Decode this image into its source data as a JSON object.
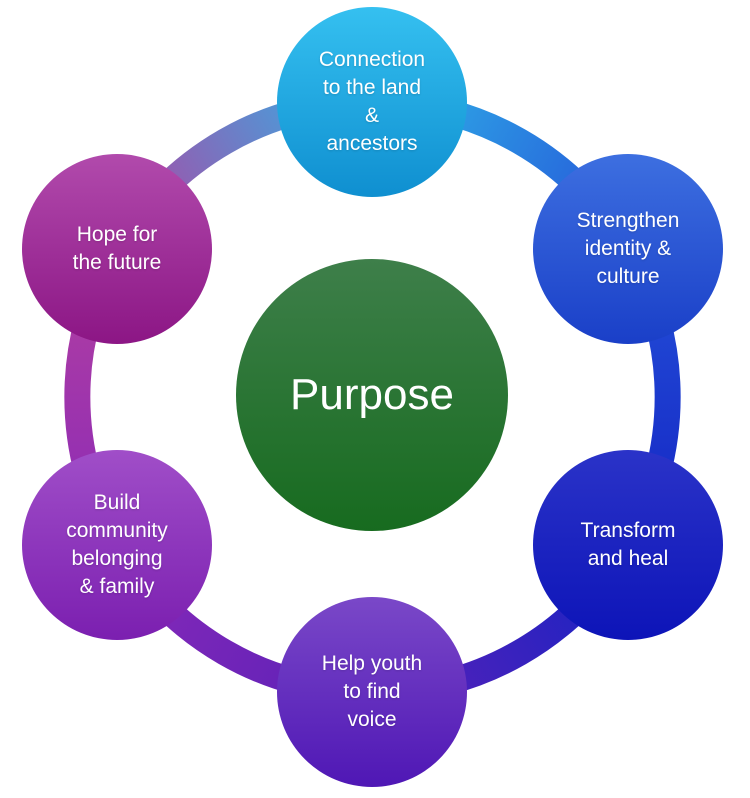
{
  "diagram": {
    "center": {
      "label": "Purpose",
      "color_top": "#3e7f4a",
      "color_bottom": "#176b1f"
    },
    "nodes": [
      {
        "id": "connection",
        "lines": [
          "Connection",
          "to the land",
          "&",
          "ancestors"
        ],
        "color_top": "#35c0f0",
        "color_bottom": "#0f8fd0"
      },
      {
        "id": "strengthen",
        "lines": [
          "Strengthen",
          "identity &",
          "culture"
        ],
        "color_top": "#3d6fe0",
        "color_bottom": "#1a3fc8"
      },
      {
        "id": "transform",
        "lines": [
          "Transform",
          "and heal"
        ],
        "color_top": "#2a33c8",
        "color_bottom": "#0d14b8"
      },
      {
        "id": "help-youth",
        "lines": [
          "Help youth",
          "to find",
          "voice"
        ],
        "color_top": "#7a48c8",
        "color_bottom": "#4f17b5"
      },
      {
        "id": "build-community",
        "lines": [
          "Build",
          "community",
          "belonging",
          "& family"
        ],
        "color_top": "#a04ec8",
        "color_bottom": "#7b1fb0"
      },
      {
        "id": "hope",
        "lines": [
          "Hope for",
          "the future"
        ],
        "color_top": "#b14aac",
        "color_bottom": "#8c1685"
      }
    ],
    "ring_segments": [
      {
        "from": "#b4409f",
        "to": "#30b3e8"
      },
      {
        "from": "#30b3e8",
        "to": "#2451d8"
      },
      {
        "from": "#2451d8",
        "to": "#1424c4"
      },
      {
        "from": "#1424c4",
        "to": "#5a20b8"
      },
      {
        "from": "#5a20b8",
        "to": "#8a2ab8"
      },
      {
        "from": "#8a2ab8",
        "to": "#b4409f"
      }
    ]
  }
}
